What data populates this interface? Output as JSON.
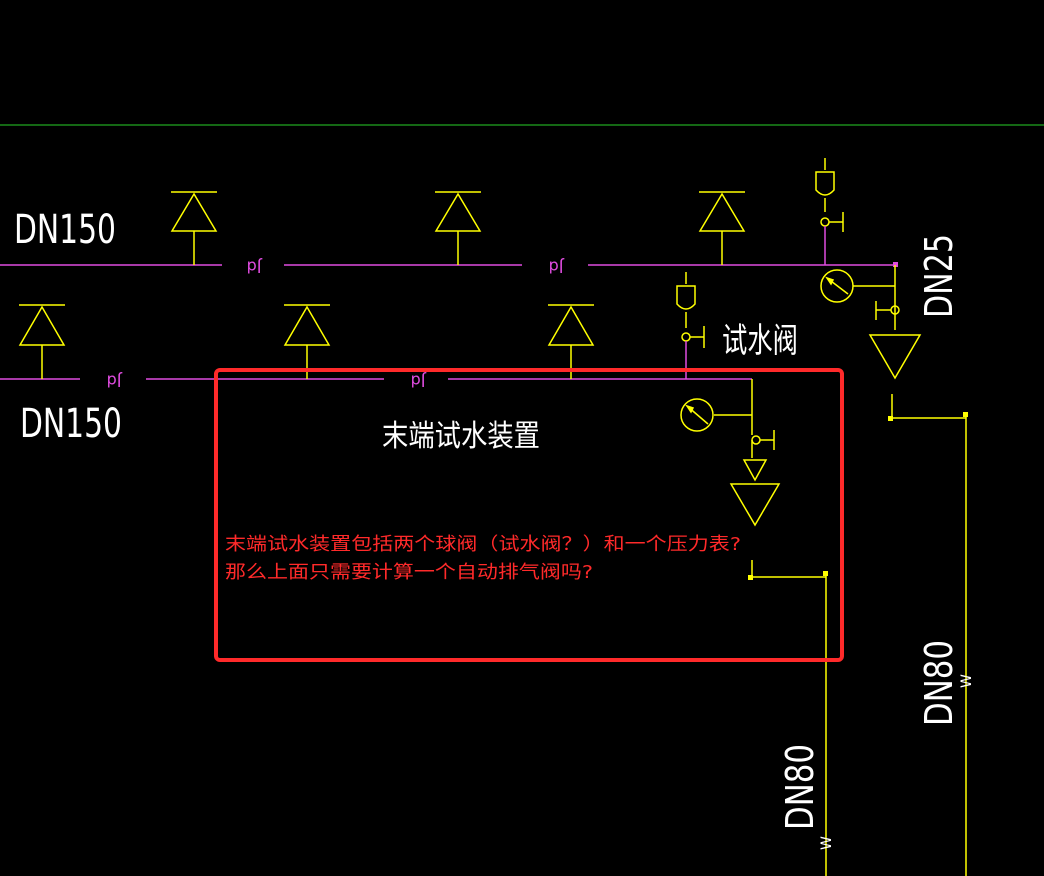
{
  "labels": {
    "pipe_upper": "DN150",
    "pipe_lower": "DN150",
    "dn25": "DN25",
    "dn80_left": "DN80",
    "dn80_right": "DN80",
    "test_valve": "试水阀",
    "device_title": "末端试水装置",
    "pipe_tag": "Jd",
    "w_mark": "W"
  },
  "annotation": {
    "line1": "末端试水装置包括两个球阀（试水阀？）和一个压力表?",
    "line2": "那么上面只需要计算一个自动排气阀吗?"
  },
  "colors": {
    "background": "#000000",
    "cad_yellow": "#ffff00",
    "pipe_magenta": "#e04ce0",
    "grid_green": "#28d028",
    "cad_white": "#ffffff",
    "annotation_red": "#ff2a2a"
  }
}
